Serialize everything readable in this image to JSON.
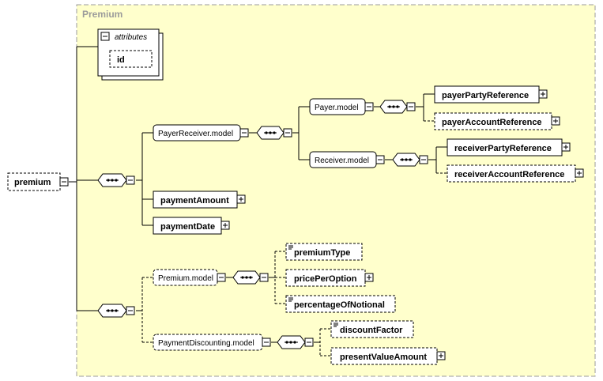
{
  "group": {
    "title": "Premium"
  },
  "attributes": {
    "title": "attributes",
    "items": [
      "id"
    ]
  },
  "root": {
    "label": "premium"
  },
  "models": {
    "payer_receiver": "PayerReceiver.model",
    "payer": "Payer.model",
    "receiver": "Receiver.model",
    "premium": "Premium.model",
    "payment_discounting": "PaymentDiscounting.model"
  },
  "elements": {
    "payer_party_reference": "payerPartyReference",
    "payer_account_reference": "payerAccountReference",
    "receiver_party_reference": "receiverPartyReference",
    "receiver_account_reference": "receiverAccountReference",
    "payment_amount": "paymentAmount",
    "payment_date": "paymentDate",
    "premium_type": "premiumType",
    "price_per_option": "pricePerOption",
    "percentage_of_notional": "percentageOfNotional",
    "discount_factor": "discountFactor",
    "present_value_amount": "presentValueAmount"
  },
  "colors": {
    "group_fill": "#ffffcc",
    "box_fill": "#ffffff",
    "stroke": "#000000",
    "group_border": "#9b9b9b",
    "title": "#9b9b9b"
  }
}
